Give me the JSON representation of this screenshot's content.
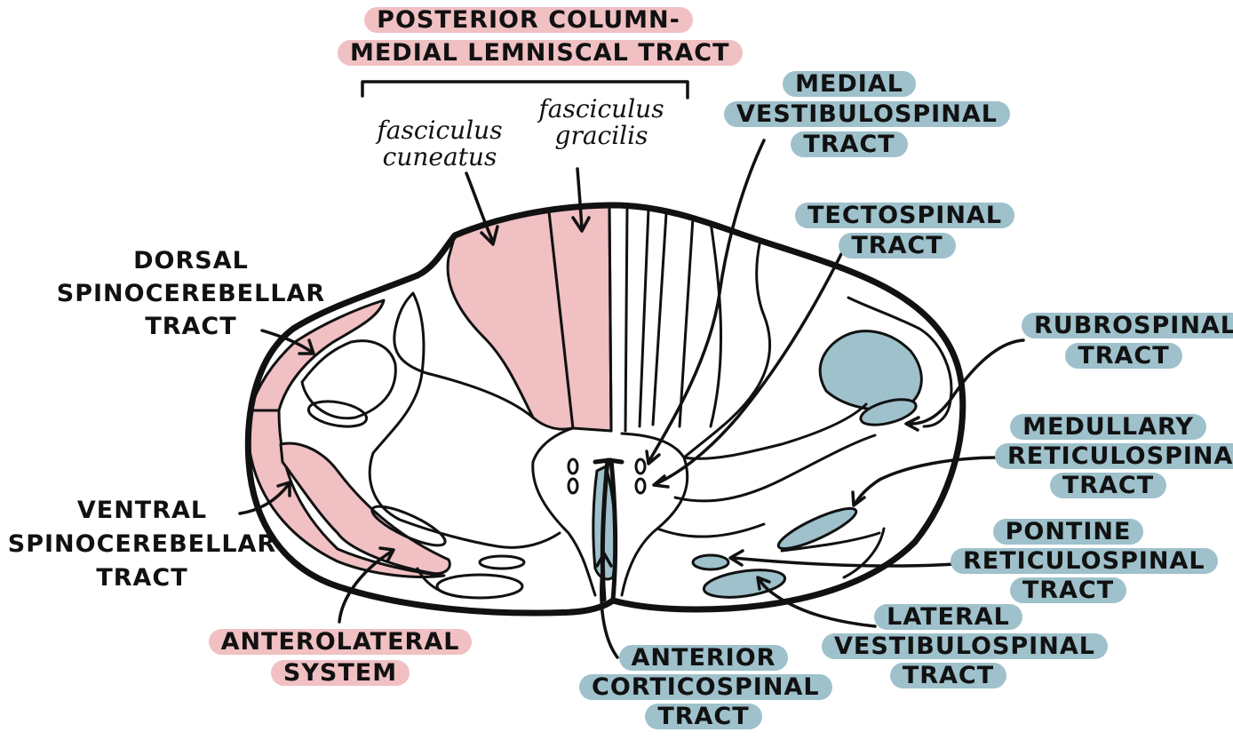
{
  "colors": {
    "sensory_pink": "#f0c0c3",
    "motor_blue": "#9ec1cb",
    "outline": "#111111",
    "background": "#ffffff"
  },
  "labels": {
    "posterior_column": [
      "POSTERIOR COLUMN-",
      "MEDIAL LEMNISCAL TRACT"
    ],
    "fasciculus_cuneatus": [
      "fasciculus",
      "cuneatus"
    ],
    "fasciculus_gracilis": [
      "fasciculus",
      "gracilis"
    ],
    "dorsal_spinocerebellar": [
      "DORSAL",
      "SPINOCEREBELLAR",
      "TRACT"
    ],
    "ventral_spinocerebellar": [
      "VENTRAL",
      "SPINOCEREBELLAR",
      "TRACT"
    ],
    "anterolateral_system": [
      "ANTEROLATERAL",
      "SYSTEM"
    ],
    "anterior_corticospinal": [
      "ANTERIOR",
      "CORTICOSPINAL",
      "TRACT"
    ],
    "medial_vestibulospinal": [
      "MEDIAL",
      "VESTIBULOSPINAL",
      "TRACT"
    ],
    "tectospinal": [
      "TECTOSPINAL",
      "TRACT"
    ],
    "rubrospinal": [
      "RUBROSPINAL",
      "TRACT"
    ],
    "medullary_reticulospinal": [
      "MEDULLARY",
      "RETICULOSPINAL",
      "TRACT"
    ],
    "pontine_reticulospinal": [
      "PONTINE",
      "RETICULOSPINAL",
      "TRACT"
    ],
    "lateral_vestibulospinal": [
      "LATERAL",
      "VESTIBULOSPINAL",
      "TRACT"
    ]
  }
}
